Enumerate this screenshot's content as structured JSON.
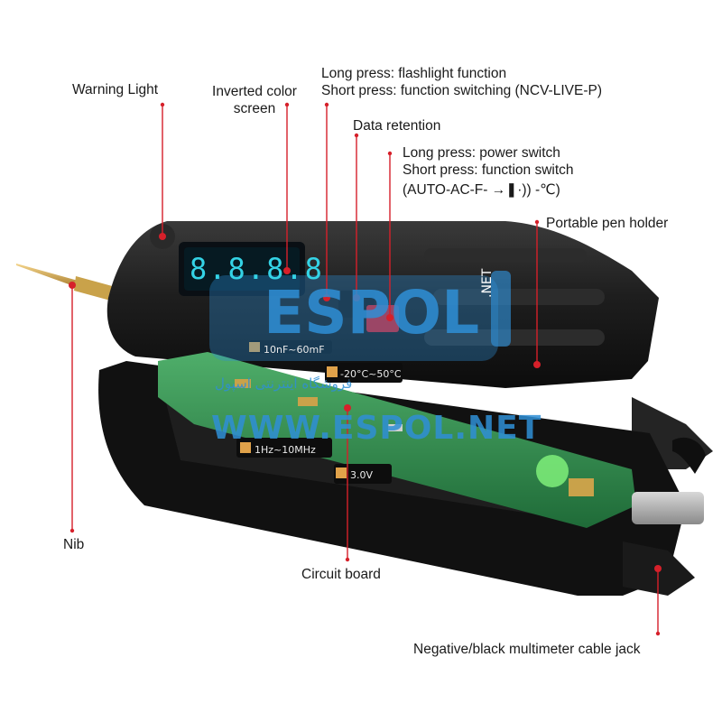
{
  "labels": {
    "warning_light": "Warning Light",
    "inverted_screen": "Inverted color\nscreen",
    "flashlight_long": "Long press: flashlight function",
    "flashlight_short": "Short press: function switching (NCV-LIVE-P)",
    "data_retention": "Data retention",
    "power_long": "Long press: power switch",
    "power_short": "Short press: function switch",
    "power_modes": "(AUTO-AC-F- →❚·)) -℃)",
    "pen_holder": "Portable pen holder",
    "nib": "Nib",
    "circuit_board": "Circuit board",
    "cable_jack": "Negative/black multimeter cable jack"
  },
  "device_specs": {
    "display_reading": "8.8.8.8",
    "capacitance_range": "10nF~60mF",
    "temperature_range": "-20°C~50°C",
    "frequency_range": "1Hz~10MHz",
    "voltage": "3.0V"
  },
  "watermark": {
    "brand": "ESPOL",
    "tld": ".NET",
    "url": "WWW.ESPOL.NET",
    "persian_text": "فروشگاه اینترنتی اسپول"
  },
  "colors": {
    "accent_red": "#d6202a",
    "watermark_blue": "#2f8fd6",
    "body_black": "#1c1c1c",
    "pcb_green": "#2f8a4a",
    "display_cyan": "#34d3e6"
  }
}
